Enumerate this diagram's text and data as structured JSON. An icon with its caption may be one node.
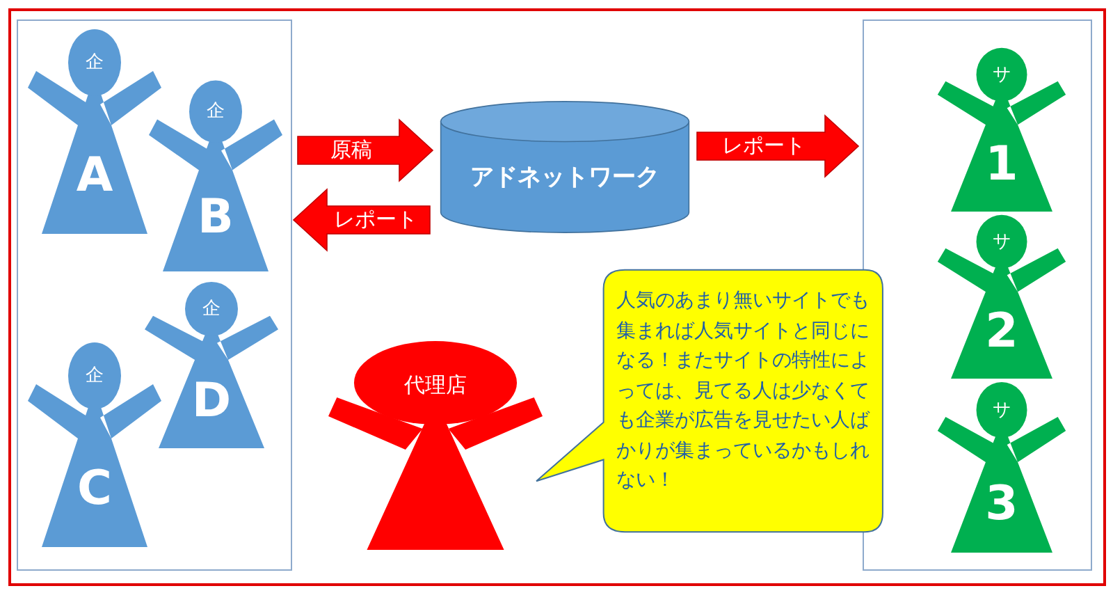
{
  "diagram": {
    "nodes": [
      {
        "text": [],
        "shape": "box"
      },
      {
        "text": [
          "企",
          "A"
        ],
        "in": 0
      },
      {
        "text": [
          "企",
          "B"
        ],
        "in": 0
      },
      {
        "text": [
          "企",
          "D"
        ],
        "in": 0
      },
      {
        "text": [
          "企",
          "C"
        ],
        "in": 0
      },
      {
        "text": [
          "アドネットワーク"
        ]
      },
      {
        "text": [],
        "shape": "box"
      },
      {
        "text": [
          "サ",
          "1"
        ],
        "in": 6
      },
      {
        "text": [
          "サ",
          "2"
        ],
        "in": 6
      },
      {
        "text": [
          "サ",
          "3"
        ],
        "in": 6
      },
      {
        "text": [
          "代理店"
        ]
      },
      {
        "text": [
          "人気のあまり無いサイトでも集まれば人気サイトと同じになる！またサイトの特性によっては、見てる人は少なくても企業が広告を見せたい人ばかりが集まっているかもしれない！"
        ]
      }
    ],
    "edges": [
      {
        "from": 0,
        "to": 5,
        "arrow": "to",
        "label": "原稿"
      },
      {
        "from": 5,
        "to": 0,
        "arrow": "to",
        "label": "レポート"
      },
      {
        "from": 5,
        "to": 6,
        "arrow": "to",
        "label": "レポート"
      }
    ]
  }
}
